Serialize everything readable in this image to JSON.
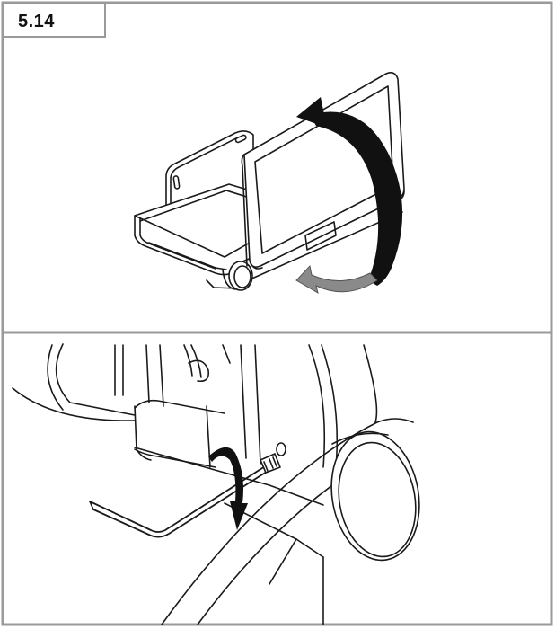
{
  "step": {
    "number": "5.14"
  },
  "colors": {
    "frame": "#9a9a9a",
    "line": "#1a1a1a",
    "arrow_dark": "#111111",
    "arrow_gray": "#8a8a8a"
  },
  "panels": [
    {
      "name": "top-panel",
      "illustration": "monitor-fold-up"
    },
    {
      "name": "bottom-panel",
      "illustration": "hex-key-tighten"
    }
  ]
}
